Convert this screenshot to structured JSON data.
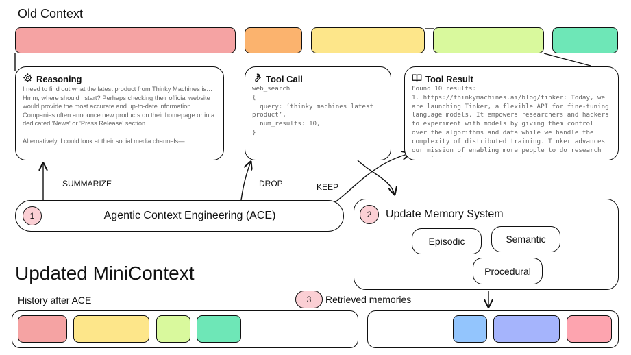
{
  "old_context": {
    "title": "Old Context",
    "segments": [
      "#f5a3a3",
      "#fbb36e",
      "#fde68a",
      "#d9f99d",
      "#6ee7b7"
    ]
  },
  "cards": {
    "reasoning": {
      "icon": "gear-icon",
      "title": "Reasoning",
      "body": "I need to find out what the latest product from Thinky Machines is… Hmm, where should I start? Perhaps checking their official website would provide the most accurate and up-to-date information. Companies often announce new products on their homepage or in a dedicated 'News' or 'Press Release' section.\n\nAlternatively, I could look at their social media channels—"
    },
    "tool_call": {
      "icon": "wrench-icon",
      "title": "Tool Call",
      "body": "web_search\n{\n  query: ‘thinky machines latest product’,\n  num_results: 10,\n}"
    },
    "tool_result": {
      "icon": "book-icon",
      "title": "Tool Result",
      "body": "Found 10 results:\n1. https://thinkymachines.ai/blog/tinker: Today, we are launching Tinker, a flexible API for fine-tuning language models. It empowers researchers and hackers to experiment with models by giving them control over the algorithms and data while we handle the complexity of distributed training. Tinker advances our mission of enabling more people to do research on cutting-edge"
    }
  },
  "actions": {
    "summarize": "SUMMARIZE",
    "drop": "DROP",
    "keep": "KEEP"
  },
  "ace": {
    "number": "1",
    "label": "Agentic Context Engineering (ACE)"
  },
  "memory": {
    "number": "2",
    "title": "Update Memory System",
    "types": {
      "episodic": "Episodic",
      "semantic": "Semantic",
      "procedural": "Procedural"
    }
  },
  "updated": {
    "title": "Updated MiniContext",
    "history_label": "History after ACE",
    "history_segments": [
      "#f5a3a3",
      "#fde68a",
      "#d9f99d",
      "#6ee7b7"
    ],
    "retrieved_number": "3",
    "retrieved_label": "Retrieved memories",
    "retrieved_segments": [
      "#93c5fd",
      "#a5b4fc",
      "#fda4af"
    ]
  }
}
